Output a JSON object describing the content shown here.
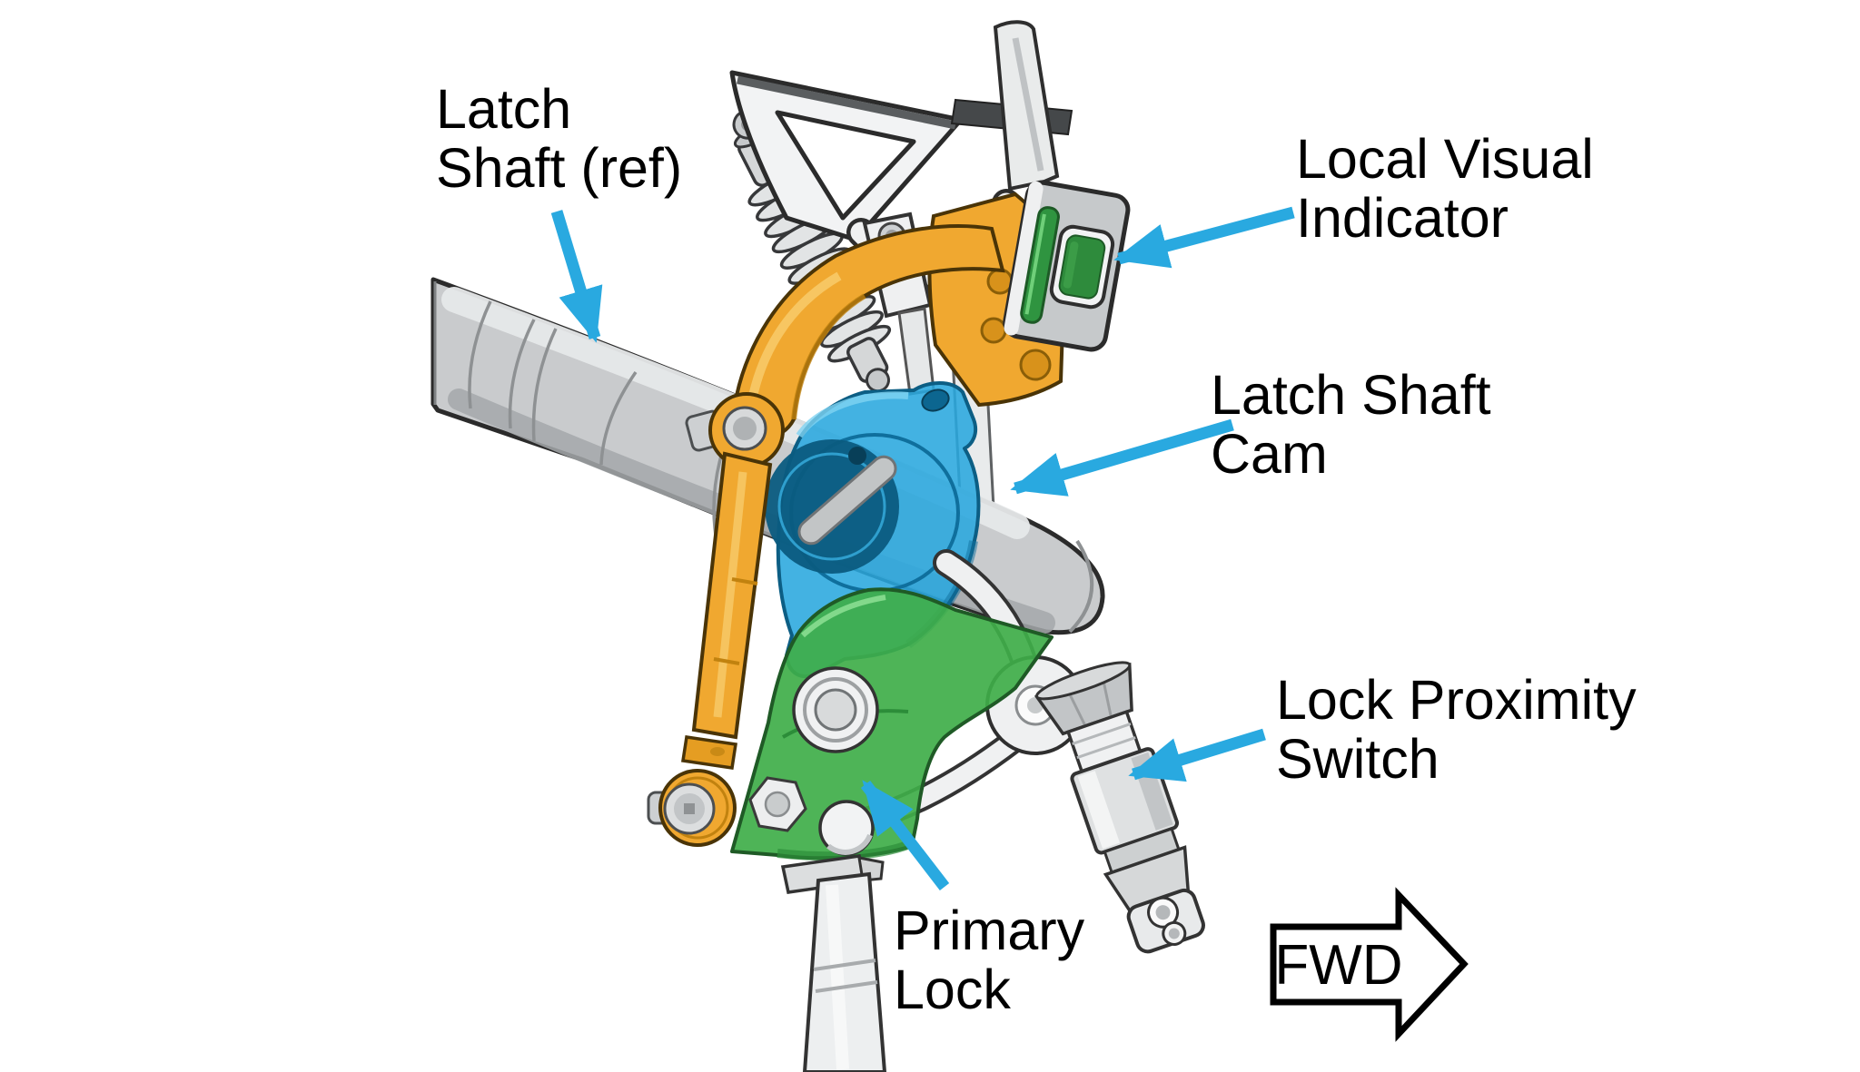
{
  "diagram": {
    "type": "technical-callout-diagram",
    "subject": "Latch mechanism isometric CAD view with part callouts",
    "labels": {
      "latch_shaft": {
        "line1": "Latch",
        "line2": "Shaft (ref)"
      },
      "local_visual_indicator": {
        "line1": "Local Visual",
        "line2": "Indicator"
      },
      "latch_shaft_cam": {
        "line1": "Latch Shaft",
        "line2": "Cam"
      },
      "lock_proximity_switch": {
        "line1": "Lock Proximity",
        "line2": "Switch"
      },
      "primary_lock": {
        "line1": "Primary",
        "line2": "Lock"
      }
    },
    "direction_marker": {
      "label": "FWD"
    },
    "colors": {
      "background": "#FFFFFF",
      "label_text": "#000000",
      "callout_arrow_blue": "#29A9E0",
      "cam_highlight_blue": "#29A7DE",
      "primary_lock_green": "#3FAE49",
      "indicator_window_green": "#2E8B3C",
      "lever_orange": "#F0A830",
      "metal_gray": "#C9CBCD"
    }
  }
}
